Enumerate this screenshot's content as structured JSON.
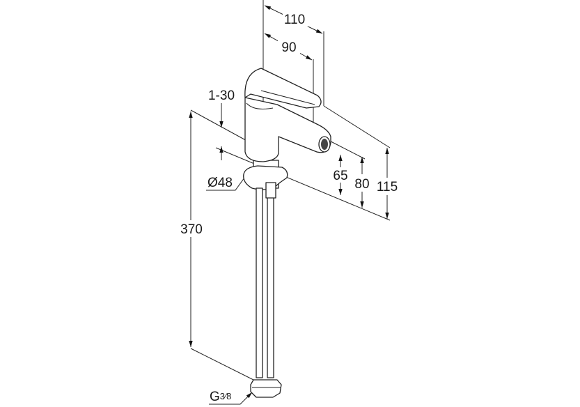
{
  "dimensions": {
    "width_overall": "110",
    "width_spout": "90",
    "rotation": "1-30",
    "diameter_base": "Ø48",
    "height_spout_low": "65",
    "height_spout": "80",
    "height_overall": "115",
    "hose_length": "370",
    "connection": "G",
    "connection_size": "3⁄8"
  }
}
